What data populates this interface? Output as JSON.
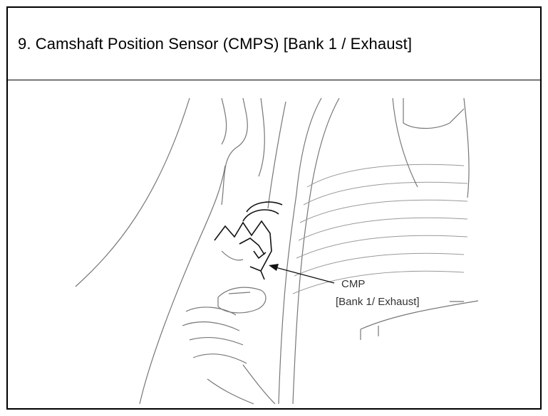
{
  "title": "9. Camshaft Position Sensor (CMPS) [Bank 1 / Exhaust]",
  "callout": {
    "line1": "CMP",
    "line2": "[Bank 1/ Exhaust]"
  },
  "colors": {
    "border": "#000000",
    "drawing": "#777777",
    "background": "#ffffff"
  }
}
